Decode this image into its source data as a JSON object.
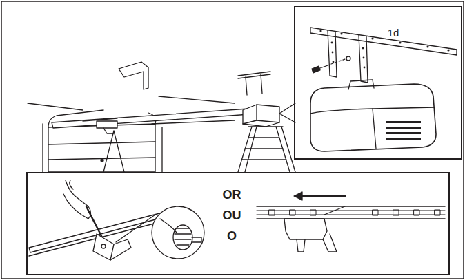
{
  "diagram": {
    "nodes": [
      {
        "text": [
          "1d"
        ]
      },
      {
        "text": [
          "OR",
          "OU",
          "O"
        ]
      }
    ]
  }
}
